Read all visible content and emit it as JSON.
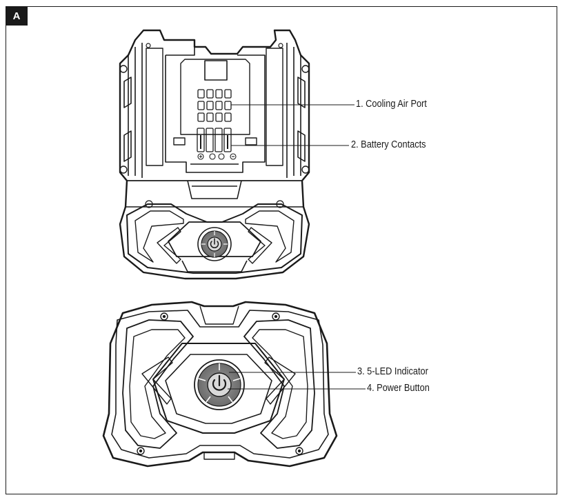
{
  "figure": {
    "badge": "A"
  },
  "callouts": [
    {
      "label": "1. Cooling Air Port"
    },
    {
      "label": "2. Battery Contacts"
    },
    {
      "label": "3. 5-LED Indicator"
    },
    {
      "label": "4. Power Button"
    }
  ],
  "icons": {
    "power": "power-icon",
    "terminal_plus": "plus-symbol",
    "terminal_minus": "minus-symbol"
  },
  "colors": {
    "line": "#1a1a1a",
    "button_fill": "#7d7d7d",
    "inner_fill": "#d9d9d9"
  }
}
